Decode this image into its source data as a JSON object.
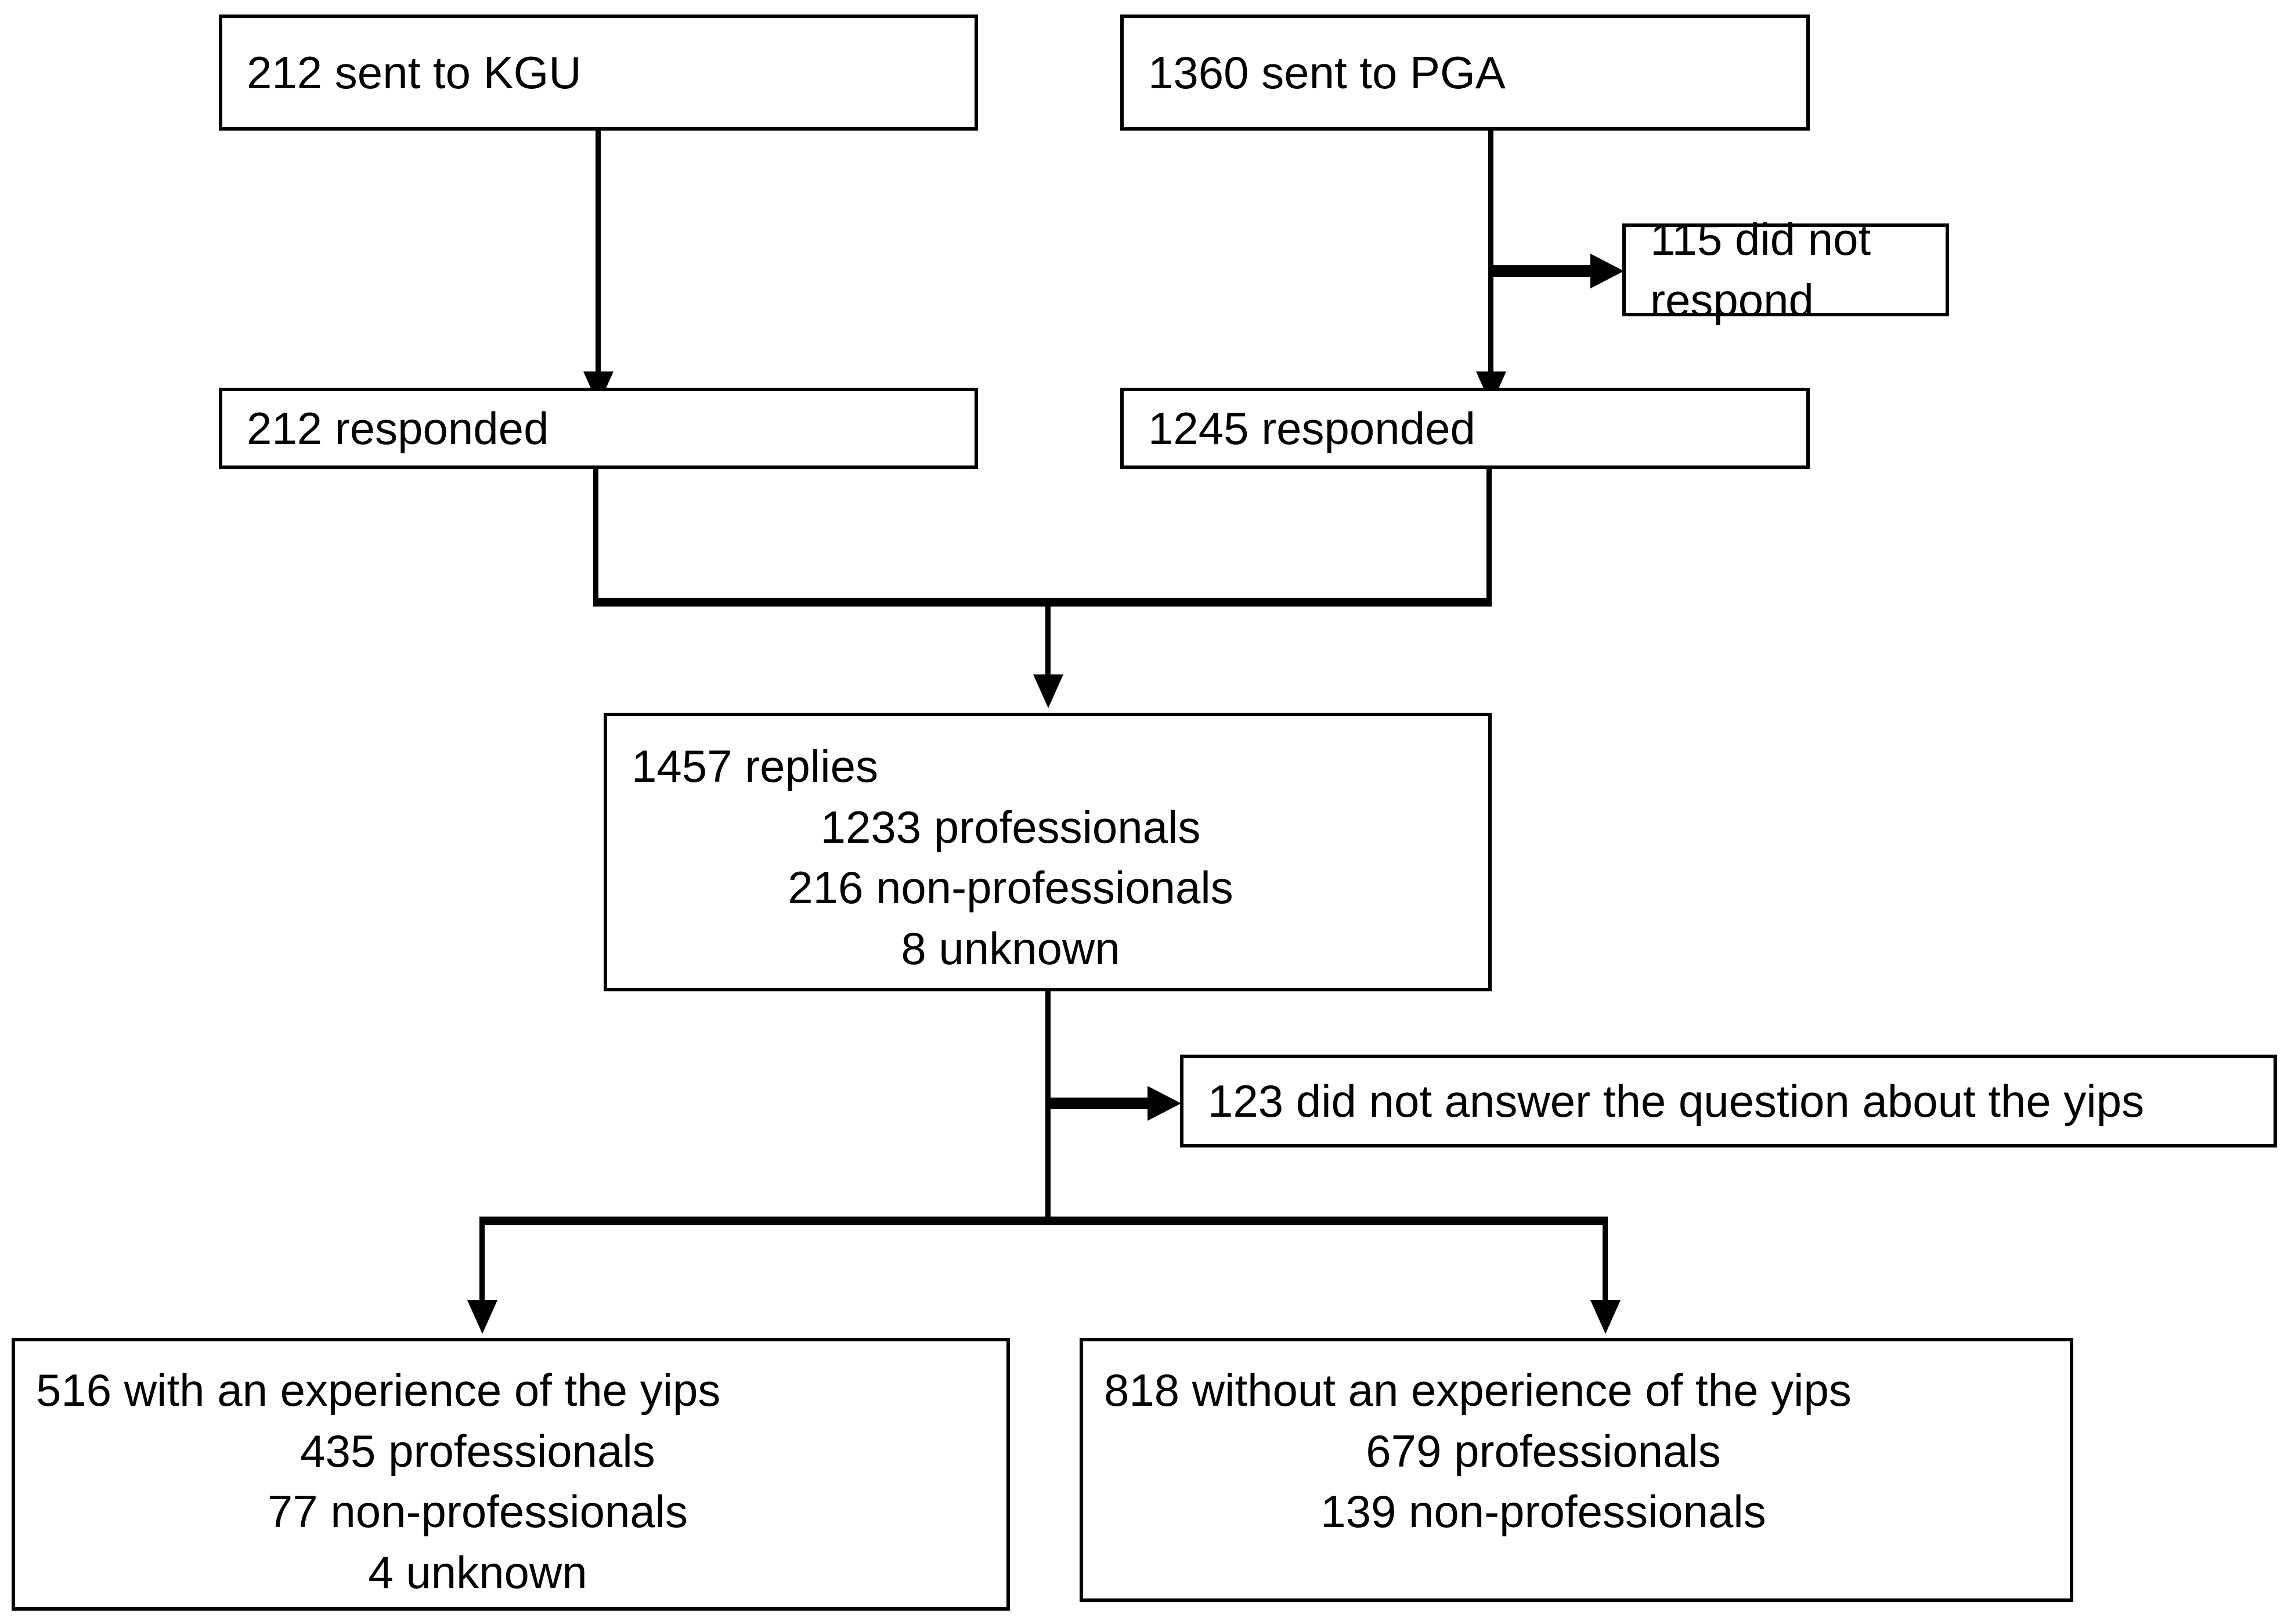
{
  "diagram": {
    "title": "Study participant flow diagram",
    "type": "flowchart",
    "colors": {
      "stroke": "#000000",
      "fill": "#ffffff",
      "text": "#000000"
    },
    "nodes": {
      "sent_kgu": {
        "text": "212 sent to KGU",
        "count": 212,
        "label": "sent to KGU"
      },
      "sent_pga": {
        "text": "1360 sent to PGA",
        "count": 1360,
        "label": "sent to PGA"
      },
      "no_respond": {
        "text": "115 did not respond",
        "count": 115,
        "label": "did not respond"
      },
      "responded_kgu": {
        "text": "212 responded",
        "count": 212,
        "label": "responded"
      },
      "responded_pga": {
        "text": "1245 responded",
        "count": 1245,
        "label": "responded"
      },
      "replies": {
        "line1": "1457 replies",
        "line2": "1233 professionals",
        "line3": "216 non-professionals",
        "line4": "8 unknown",
        "total": 1457,
        "professionals": 1233,
        "non_professionals": 216,
        "unknown": 8
      },
      "no_answer": {
        "text": "123 did not answer the question about the yips",
        "count": 123,
        "label": "did not answer the question about the yips"
      },
      "with_yips": {
        "line1": "516 with an experience of the yips",
        "line2": "435 professionals",
        "line3": "77 non-professionals",
        "line4": "4 unknown",
        "total": 516,
        "professionals": 435,
        "non_professionals": 77,
        "unknown": 4
      },
      "without_yips": {
        "line1": "818 without an experience of the yips",
        "line2": "679 professionals",
        "line3": "139 non-professionals",
        "total": 818,
        "professionals": 679,
        "non_professionals": 139
      }
    },
    "edges": [
      {
        "from": "sent_kgu",
        "to": "responded_kgu",
        "style": "arrow-down"
      },
      {
        "from": "sent_pga",
        "to": "no_respond",
        "style": "arrow-right"
      },
      {
        "from": "sent_pga",
        "to": "responded_pga",
        "style": "arrow-down"
      },
      {
        "from": "responded_kgu",
        "to": "replies",
        "style": "merge-arrow-down"
      },
      {
        "from": "responded_pga",
        "to": "replies",
        "style": "merge-arrow-down"
      },
      {
        "from": "replies",
        "to": "no_answer",
        "style": "arrow-right"
      },
      {
        "from": "replies",
        "to": "with_yips",
        "style": "split-arrow-down"
      },
      {
        "from": "replies",
        "to": "without_yips",
        "style": "split-arrow-down"
      }
    ]
  }
}
